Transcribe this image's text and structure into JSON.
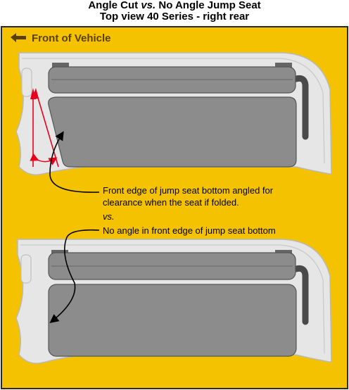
{
  "title": {
    "line1_before": "Angle Cut ",
    "line1_vs": "vs.",
    "line1_after": " No Angle Jump Seat",
    "line2": "Top view 40 Series - right rear"
  },
  "front_label": "Front of Vehicle",
  "annotations": {
    "line1": "Front edge of jump seat bottom angled for",
    "line2": "clearance when the seat if folded.",
    "vs": "vs.",
    "line3": "No angle in front edge of jump seat bottom"
  },
  "colors": {
    "background": "#f5c200",
    "border": "#2a2a2a",
    "body_panel": "#e6e6e6",
    "seat": "#8c8c8c",
    "angle_marker": "#e8001c",
    "front_arrow": "#5a4000"
  }
}
